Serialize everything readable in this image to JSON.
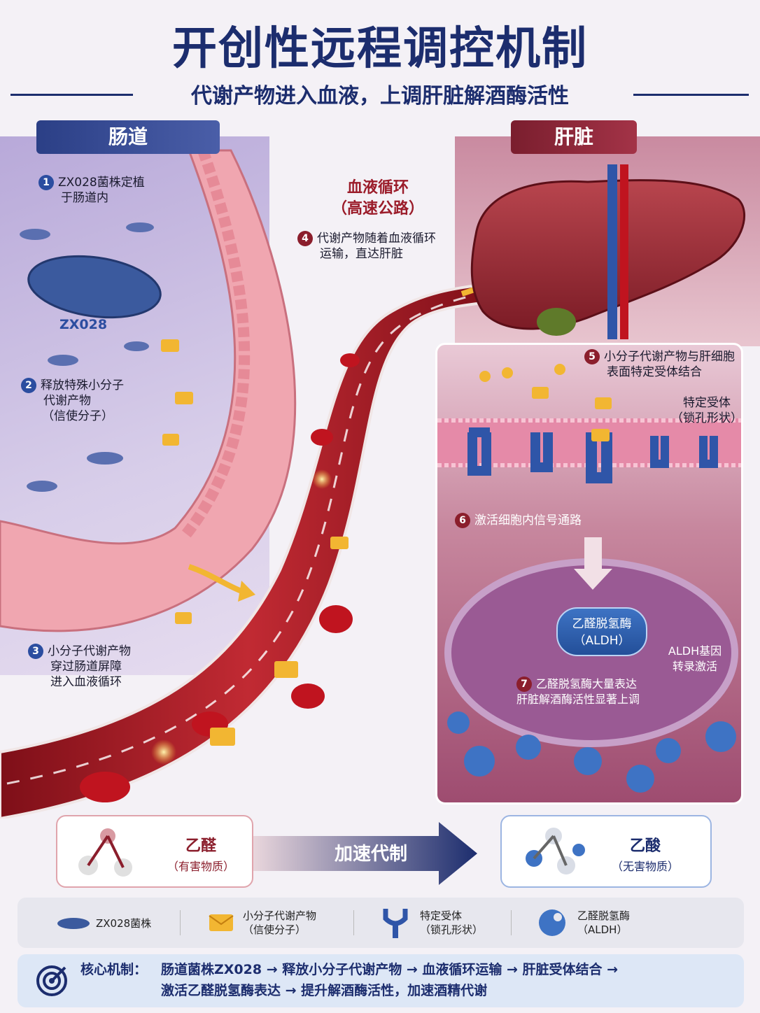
{
  "title": "开创性远程调控机制",
  "subtitle": "代谢产物进入血液，上调肝脏解酒酶活性",
  "sections": {
    "gut": "肠道",
    "liver": "肝脏"
  },
  "gut_steps": {
    "s1": {
      "num": "1",
      "line1": "ZX028菌株定植",
      "line2": "于肠道内"
    },
    "bacterium_label": "ZX028",
    "s2": {
      "num": "2",
      "line1": "释放特殊小分子",
      "line2": "代谢产物",
      "line3": "（信使分子）"
    },
    "s3": {
      "num": "3",
      "line1": "小分子代谢产物",
      "line2": "穿过肠道屏障",
      "line3": "进入血液循环"
    }
  },
  "blood": {
    "title1": "血液循环",
    "title2": "（高速公路）",
    "s4": {
      "num": "4",
      "line1": "代谢产物随着血液循环",
      "line2": "运输，直达肝脏"
    }
  },
  "liver_steps": {
    "s5": {
      "num": "5",
      "line1": "小分子代谢产物与肝细胞",
      "line2": "表面特定受体结合"
    },
    "receptor_label1": "特定受体",
    "receptor_label2": "（锁孔形状）",
    "s6": {
      "num": "6",
      "text": "激活细胞内信号通路"
    },
    "aldh_line1": "乙醛脱氢酶",
    "aldh_line2": "（ALDH）",
    "gene_line1": "ALDH基因",
    "gene_line2": "转录激活",
    "s7": {
      "num": "7",
      "line1": "乙醛脱氢酶大量表达",
      "line2": "肝脏解酒酶活性显著上调"
    }
  },
  "comparison": {
    "left_name": "乙醛",
    "left_sub": "（有害物质）",
    "arrow_label": "加速代制",
    "right_name": "乙酸",
    "right_sub": "（无害物质）"
  },
  "legend": {
    "bacterium": "ZX028菌株",
    "messenger_line1": "小分子代谢产物",
    "messenger_line2": "（信使分子）",
    "receptor_line1": "特定受体",
    "receptor_line2": "（锁孔形状）",
    "enzyme_line1": "乙醛脱氢酶",
    "enzyme_line2": "（ALDH）"
  },
  "core": {
    "label": "核心机制：",
    "line1": "肠道菌株ZX028 → 释放小分子代谢产物 → 血液循环运输 → 肝脏受体结合 →",
    "line2": "激活乙醛脱氢酶表达 → 提升解酒酶活性，加速酒精代谢"
  },
  "colors": {
    "navy": "#1c2d6e",
    "gut_blue": "#2b4da0",
    "liver_red": "#8b1e2c",
    "blood": "#b3202c",
    "messenger_gold": "#f2b632"
  }
}
